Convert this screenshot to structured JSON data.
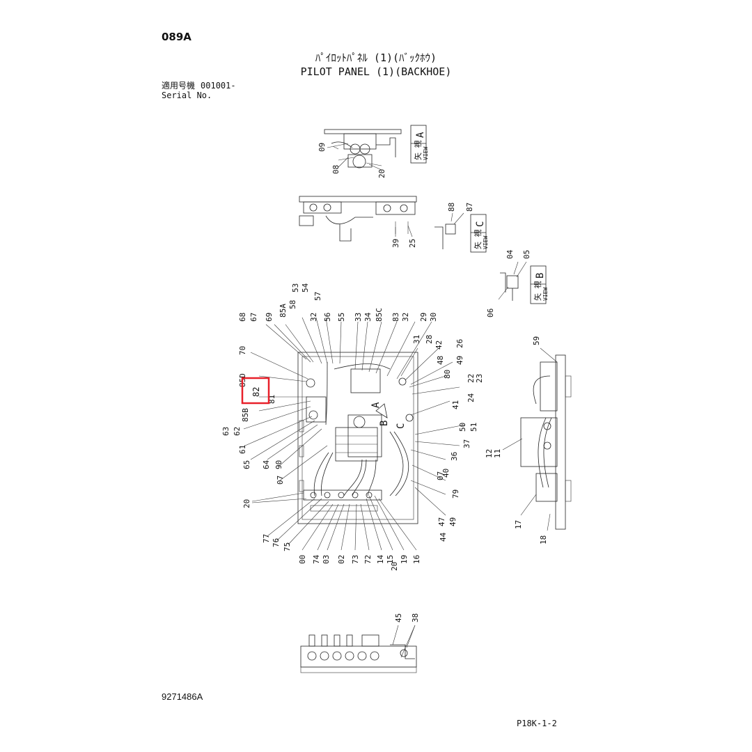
{
  "header": {
    "code": "089A",
    "title_jp": "ﾊﾟｲﾛｯﾄﾊﾟﾈﾙ (1)(ﾊﾞｯｸﾎｳ)",
    "title_en": "PILOT PANEL (1)(BACKHOE)",
    "serial_label_jp": "適用号機",
    "serial_value": "001001-",
    "serial_label_en": "Serial No."
  },
  "footer": {
    "drawing_number": "9271486A",
    "page_ref": "P18K-1-2"
  },
  "views": {
    "view_a": {
      "jp": "矢 視",
      "en": "VIEW",
      "letter": "A"
    },
    "view_b": {
      "jp": "矢 視",
      "en": "VIEW",
      "letter": "B"
    },
    "view_c": {
      "jp": "矢 視",
      "en": "VIEW",
      "letter": "C"
    },
    "arrow_a": "A",
    "arrow_b": "B",
    "arrow_c": "C"
  },
  "highlight": {
    "part": "82",
    "color": "#e8202a"
  },
  "callouts": {
    "view_a_parts": [
      "09",
      "08",
      "20"
    ],
    "upper_assembly_parts": [
      "39",
      "25"
    ],
    "view_c_parts": [
      "88",
      "87"
    ],
    "view_b_parts": [
      "04",
      "05",
      "06"
    ],
    "top_row": [
      "68",
      "67",
      "69",
      "85A",
      "58",
      "53",
      "54",
      "57",
      "32",
      "56",
      "55",
      "33",
      "34",
      "85C",
      "83",
      "32",
      "29",
      "30"
    ],
    "right_column": [
      "31",
      "28",
      "42",
      "26",
      "48",
      "49",
      "80",
      "22",
      "23",
      "24",
      "41",
      "50",
      "51",
      "37",
      "36",
      "40",
      "07",
      "79",
      "47",
      "49",
      "44"
    ],
    "left_column": [
      "70",
      "85D",
      "81",
      "85B",
      "63",
      "62",
      "61",
      "65",
      "64",
      "90",
      "07",
      "20"
    ],
    "bottom_row": [
      "77",
      "76",
      "75",
      "00",
      "74",
      "03",
      "02",
      "73",
      "72",
      "14",
      "15",
      "20",
      "19",
      "16"
    ],
    "side_view_parts": [
      "59",
      "12",
      "11",
      "17",
      "18"
    ],
    "bottom_view_parts": [
      "45",
      "38"
    ]
  }
}
